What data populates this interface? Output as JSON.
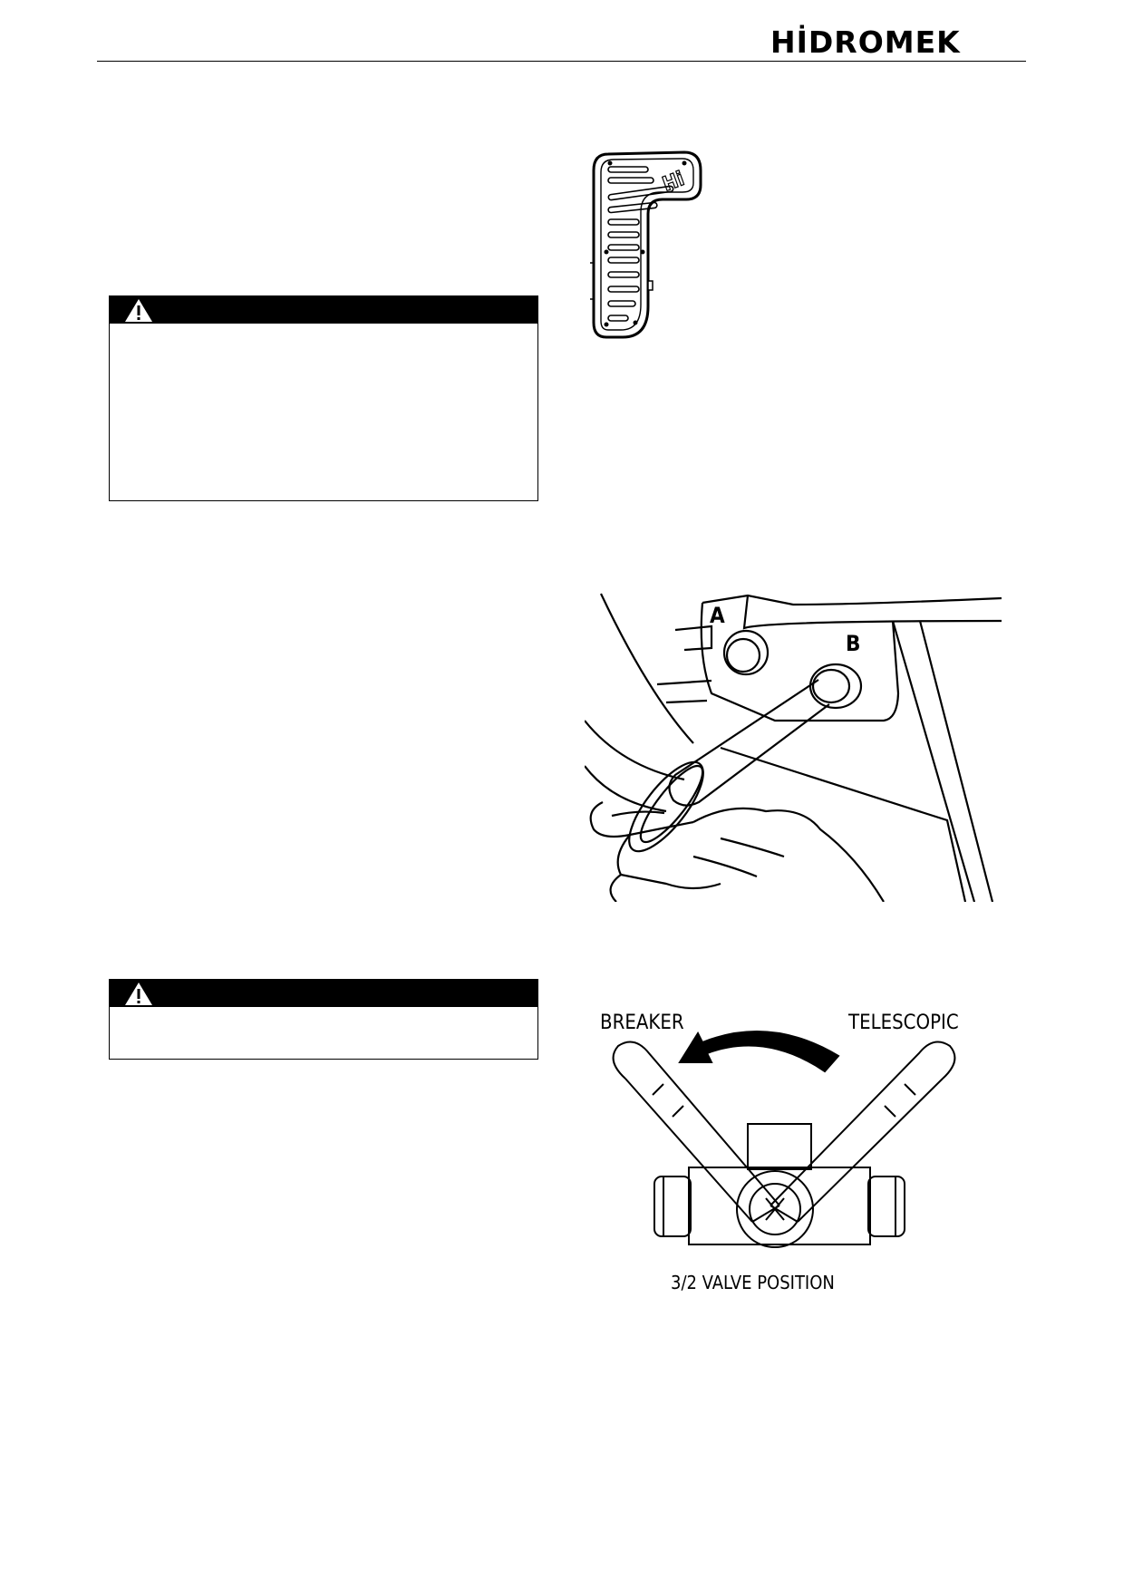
{
  "header": {
    "brand": "HİDROMEK"
  },
  "figures": {
    "valve": {
      "label_left": "BREAKER",
      "label_right": "TELESCOPIC",
      "caption": "3/2 VALVE POSITION"
    },
    "pins": {
      "label_a": "A",
      "label_b": "B"
    }
  },
  "icons": {
    "warning": "warning-triangle-icon",
    "brand_mark": "hi-logo"
  },
  "colors": {
    "ink": "#000000",
    "paper": "#ffffff"
  }
}
